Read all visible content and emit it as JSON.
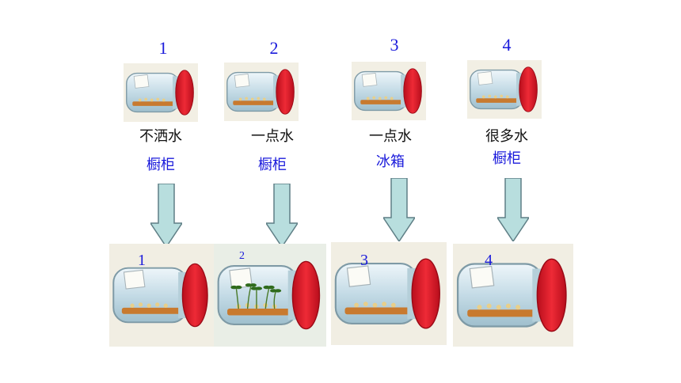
{
  "colors": {
    "label_blue": "#1a1adb",
    "arrow_fill": "#b8dede",
    "arrow_stroke": "#5f7f86",
    "lid_red": "#e01a2a",
    "jar_glass": "#cfe3ec"
  },
  "setups": [
    {
      "number": "1",
      "condition": "不洒水",
      "place": "橱柜",
      "result_number": "1"
    },
    {
      "number": "2",
      "condition": "一点水",
      "place": "橱柜",
      "result_number": "2"
    },
    {
      "number": "3",
      "condition": "一点水",
      "place": "冰箱",
      "result_number": "3"
    },
    {
      "number": "4",
      "condition": "很多水",
      "place": "橱柜",
      "result_number": "4"
    }
  ]
}
